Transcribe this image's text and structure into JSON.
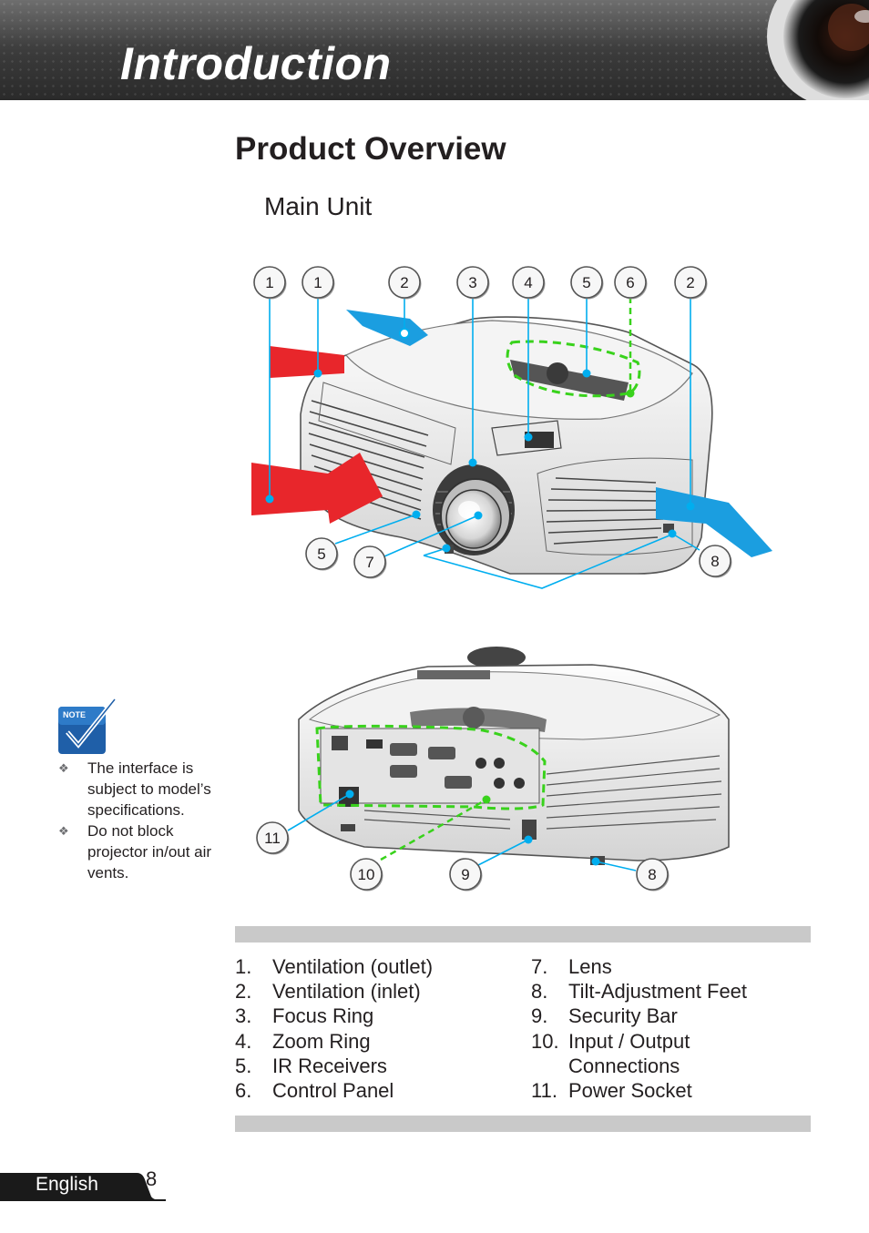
{
  "header": {
    "section_title": "Introduction"
  },
  "page": {
    "title": "Product Overview",
    "subtitle": "Main Unit"
  },
  "callouts": {
    "top": [
      "1",
      "1",
      "2",
      "3",
      "4",
      "5",
      "6",
      "2",
      "5",
      "7",
      "8"
    ],
    "bottom": [
      "11",
      "10",
      "9",
      "8"
    ]
  },
  "note": {
    "label": "NOTE",
    "items": [
      "The interface is subject to model’s specifications.",
      "Do not block projector in/out air vents."
    ]
  },
  "legend": {
    "left": [
      {
        "num": "1.",
        "text": "Ventilation (outlet)"
      },
      {
        "num": "2.",
        "text": "Ventilation (inlet)"
      },
      {
        "num": "3.",
        "text": "Focus Ring"
      },
      {
        "num": "4.",
        "text": "Zoom Ring"
      },
      {
        "num": "5.",
        "text": "IR Receivers"
      },
      {
        "num": "6.",
        "text": "Control Panel"
      }
    ],
    "right": [
      {
        "num": "7.",
        "text": "Lens"
      },
      {
        "num": "8.",
        "text": "Tilt-Adjustment Feet"
      },
      {
        "num": "9.",
        "text": "Security Bar"
      },
      {
        "num": "10.",
        "text": "Input / Output Connections"
      },
      {
        "num": "11.",
        "text": "Power Socket"
      }
    ]
  },
  "footer": {
    "language": "English",
    "page_number": "8"
  },
  "colors": {
    "callout_line": "#00aeef",
    "panel_outline": "#39d21c",
    "outlet_arrow": "#e8262b",
    "inlet_arrow": "#1b9ee0",
    "rule_bar": "#c9c9c9",
    "note_blue": "#1f5fa8"
  }
}
